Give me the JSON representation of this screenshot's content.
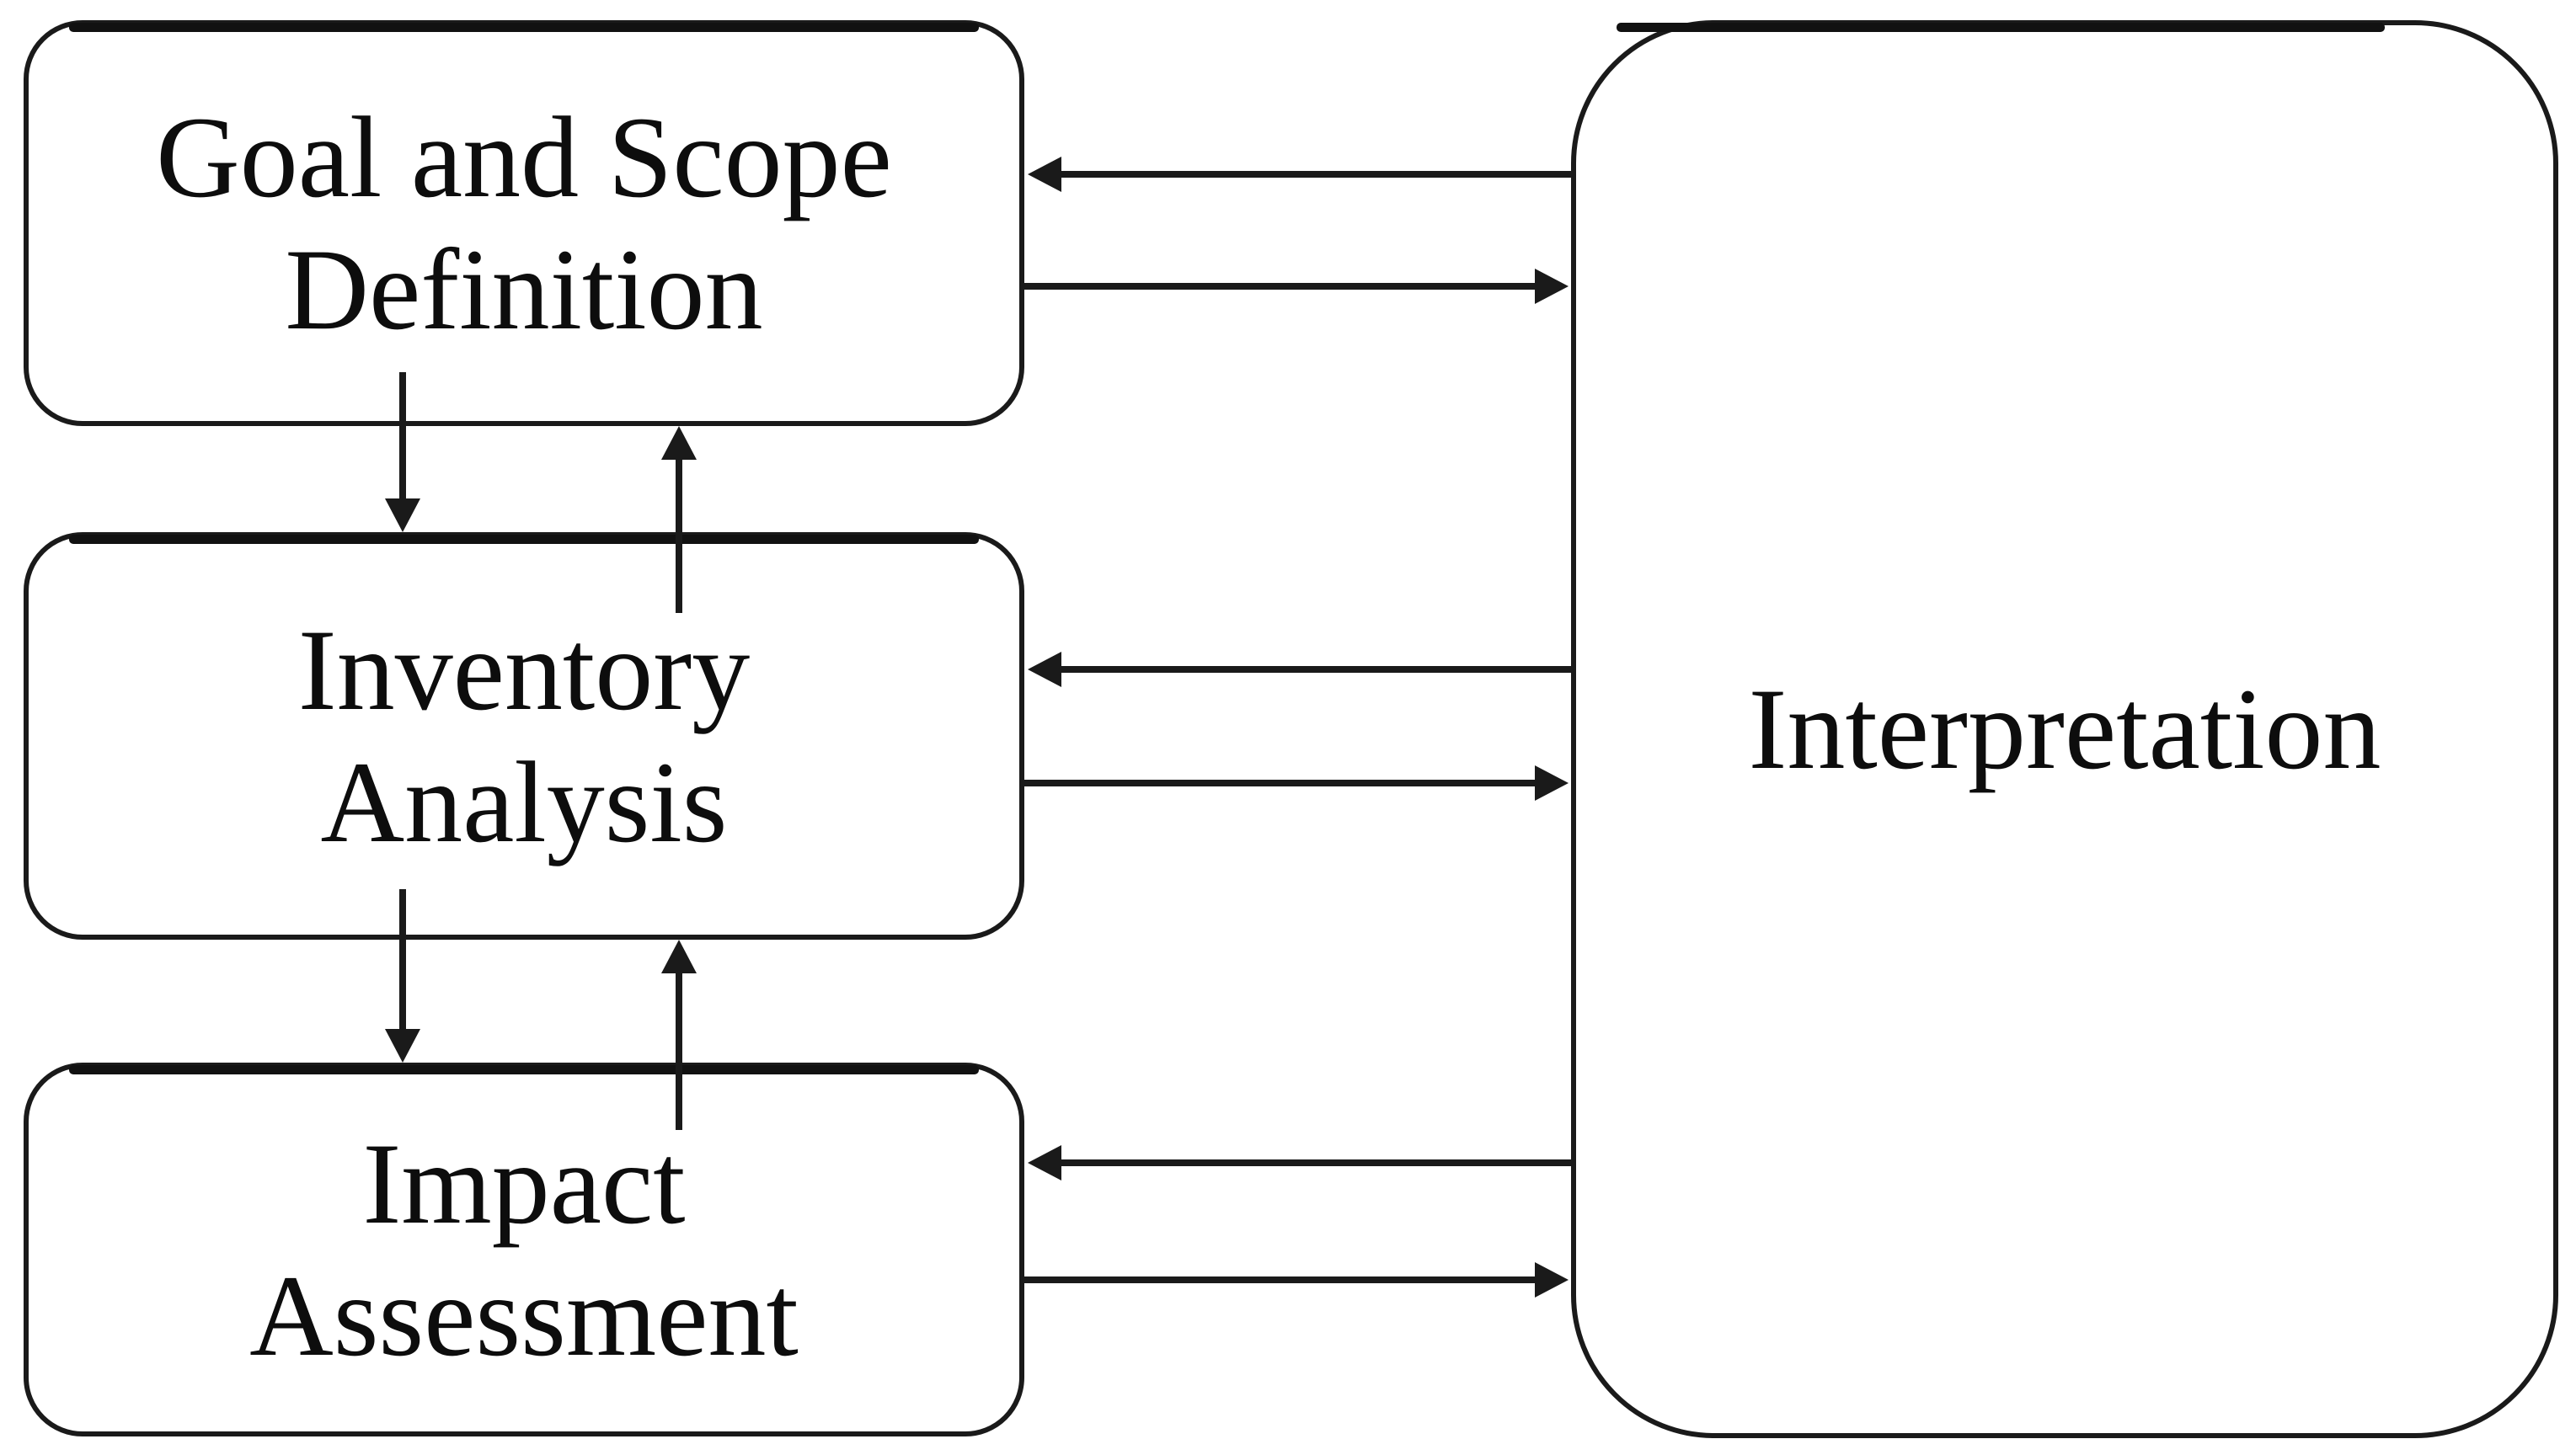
{
  "figure": {
    "background_color": "#ffffff",
    "ink_color": "#1a1a1a",
    "nodes": {
      "goal_scope": {
        "lines": [
          "Goal and Scope",
          "Definition"
        ]
      },
      "inventory": {
        "lines": [
          "Inventory",
          "Analysis"
        ]
      },
      "impact": {
        "lines": [
          "Impact",
          "Assessment"
        ]
      },
      "interpretation": {
        "lines": [
          "Interpretation"
        ]
      }
    },
    "edges": [
      {
        "from": "goal_scope",
        "to": "inventory",
        "direction": "down"
      },
      {
        "from": "inventory",
        "to": "goal_scope",
        "direction": "up"
      },
      {
        "from": "inventory",
        "to": "impact",
        "direction": "down"
      },
      {
        "from": "impact",
        "to": "inventory",
        "direction": "up"
      },
      {
        "from": "interpretation",
        "to": "goal_scope",
        "direction": "left"
      },
      {
        "from": "goal_scope",
        "to": "interpretation",
        "direction": "right"
      },
      {
        "from": "interpretation",
        "to": "inventory",
        "direction": "left"
      },
      {
        "from": "inventory",
        "to": "interpretation",
        "direction": "right"
      },
      {
        "from": "interpretation",
        "to": "impact",
        "direction": "left"
      },
      {
        "from": "impact",
        "to": "interpretation",
        "direction": "right"
      }
    ]
  }
}
